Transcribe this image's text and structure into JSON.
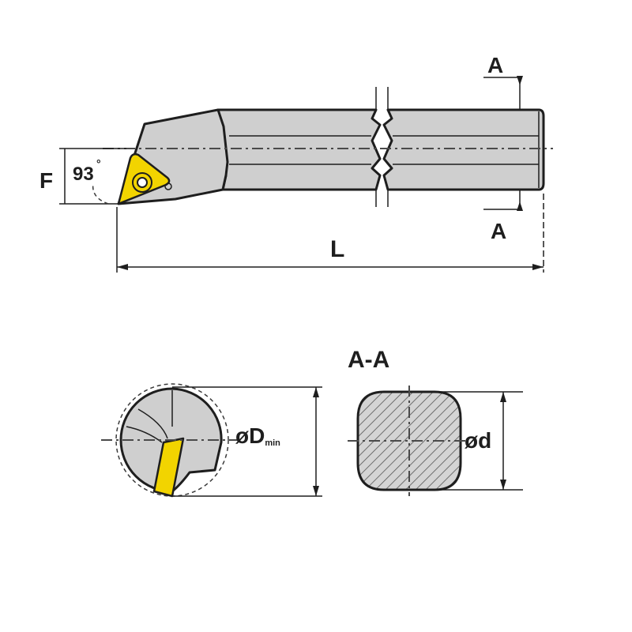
{
  "side_view": {
    "section_marker_top": "A",
    "section_marker_bottom": "A",
    "dimension_f": "F",
    "angle": "93",
    "angle_unit": "°",
    "dimension_length": "L"
  },
  "end_view": {
    "diameter_symbol": "ø",
    "diameter_letter": "D",
    "diameter_subscript": "min"
  },
  "section_view": {
    "title": "A-A",
    "shank_diameter": "ød"
  },
  "colors": {
    "outline": "#1e1e1e",
    "tool_body": "#cfcfcf",
    "insert": "#f2d400"
  }
}
